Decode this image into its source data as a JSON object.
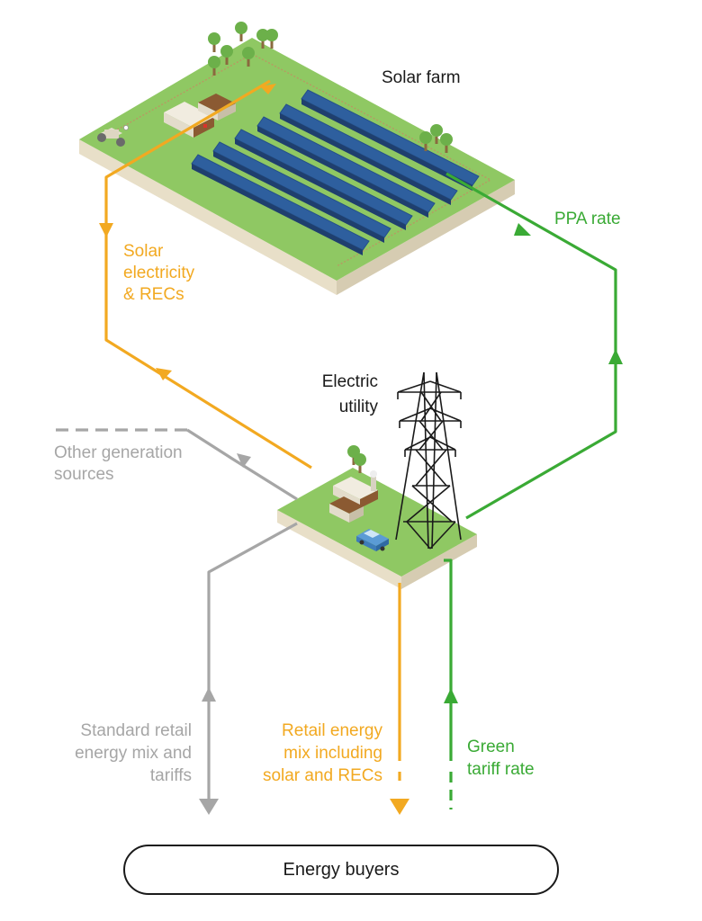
{
  "labels": {
    "solar_farm": "Solar farm",
    "ppa_rate": "PPA rate",
    "solar_electricity": [
      "Solar",
      "electricity",
      "& RECs"
    ],
    "electric_utility": [
      "Electric",
      "utility"
    ],
    "other_generation": [
      "Other generation",
      "sources"
    ],
    "standard_retail": [
      "Standard retail",
      "energy mix and",
      "tariffs"
    ],
    "retail_mix_solar": [
      "Retail energy",
      "mix including",
      "solar and RECs"
    ],
    "green_tariff": [
      "Green",
      "tariff rate"
    ],
    "energy_buyers": "Energy buyers"
  },
  "colors": {
    "orange": "#f2a921",
    "green": "#3aaa35",
    "gray": "#a6a6a6",
    "dark": "#1a1a1a",
    "grass": "#8fc863",
    "panel": "#2e5f9e",
    "earth": "#e8dfc8"
  },
  "icons": [
    "solar-panel-icon",
    "tree-icon",
    "barn-icon",
    "tractor-icon",
    "transmission-tower-icon",
    "power-plant-icon",
    "car-icon"
  ]
}
